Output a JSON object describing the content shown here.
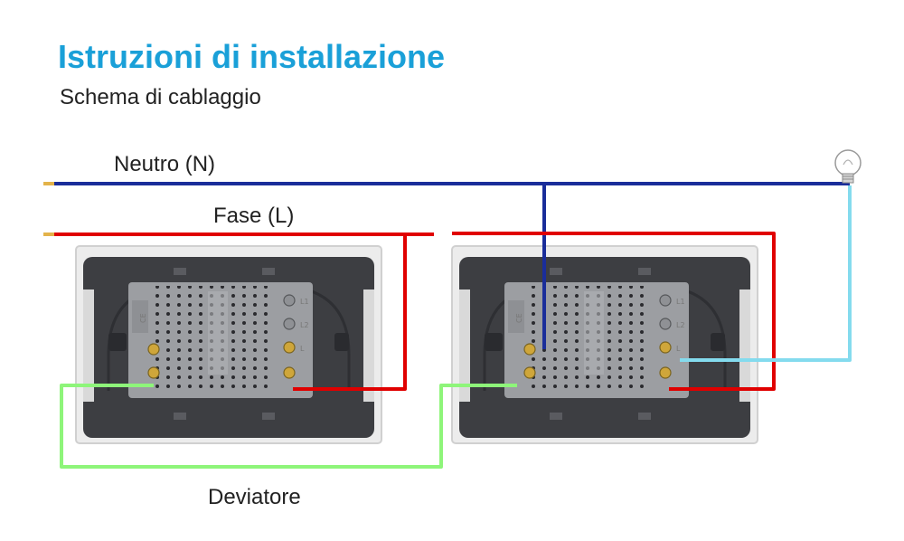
{
  "title": "Istruzioni di installazione",
  "subtitle": "Schema di cablaggio",
  "labels": {
    "neutral": "Neutro (N)",
    "phase": "Fase (L)",
    "traveler": "Deviatore"
  },
  "switches": [
    {
      "terminals": [
        "L1",
        "L2",
        "L"
      ]
    },
    {
      "terminals": [
        "L1",
        "L2",
        "L"
      ]
    }
  ],
  "colors": {
    "title": "#1aa0d8",
    "neutral_wire": "#1a2d9a",
    "phase_wire": "#e00000",
    "traveler_wire": "#8ef57a",
    "lamp_wire": "#84dbee",
    "switch_body": "#3d3e42",
    "module": "#9c9ea2"
  },
  "icons": [
    "lamp-icon",
    "ce-mark-icon"
  ]
}
